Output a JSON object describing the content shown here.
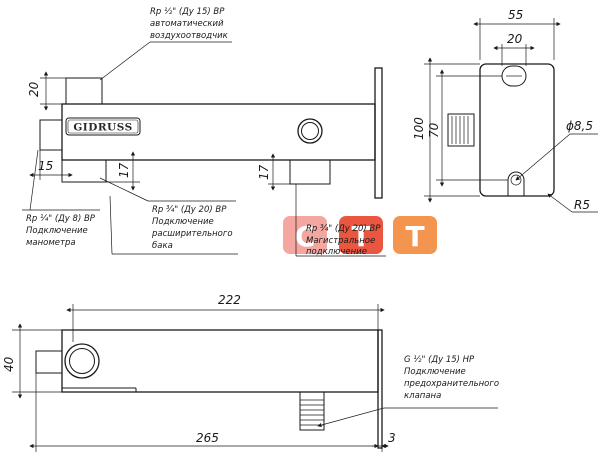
{
  "brand": "GIDRUSS",
  "watermark": [
    "С",
    "Т",
    "Т"
  ],
  "colors": {
    "line": "#1a1a1a",
    "watermark_red": "#e8442a",
    "watermark_pink": "#f4a6a0",
    "watermark_orange": "#f28a3c"
  },
  "top_view": {
    "dims": {
      "d20_left": "20",
      "d15": "15",
      "d17a": "17",
      "d17b": "17"
    },
    "notes": {
      "air_vent": [
        "Rp ½\" (Ду 15) ВР",
        "автоматический",
        "воздухоотводчик"
      ],
      "gauge": [
        "Rp ¼\" (Ду 8) ВР",
        "Подключение",
        "манометра"
      ],
      "expansion": [
        "Rp ¾\" (Ду 20) ВР",
        "Подключение",
        "расширительного",
        "бака"
      ],
      "main": [
        "Rp ¾\" (Ду 20) ВР",
        "Магистральное",
        "подключение"
      ]
    }
  },
  "side_view": {
    "dims": {
      "d55": "55",
      "d20": "20",
      "d100": "100",
      "d70": "70",
      "phi": "ϕ8,5",
      "r5": "R5"
    }
  },
  "front_view": {
    "dims": {
      "d222": "222",
      "d40": "40",
      "d265": "265",
      "d3": "3"
    },
    "notes": {
      "safety": [
        "G ½\" (Ду 15) НР",
        "Подключение",
        "предохранительного",
        "клапана"
      ]
    }
  }
}
